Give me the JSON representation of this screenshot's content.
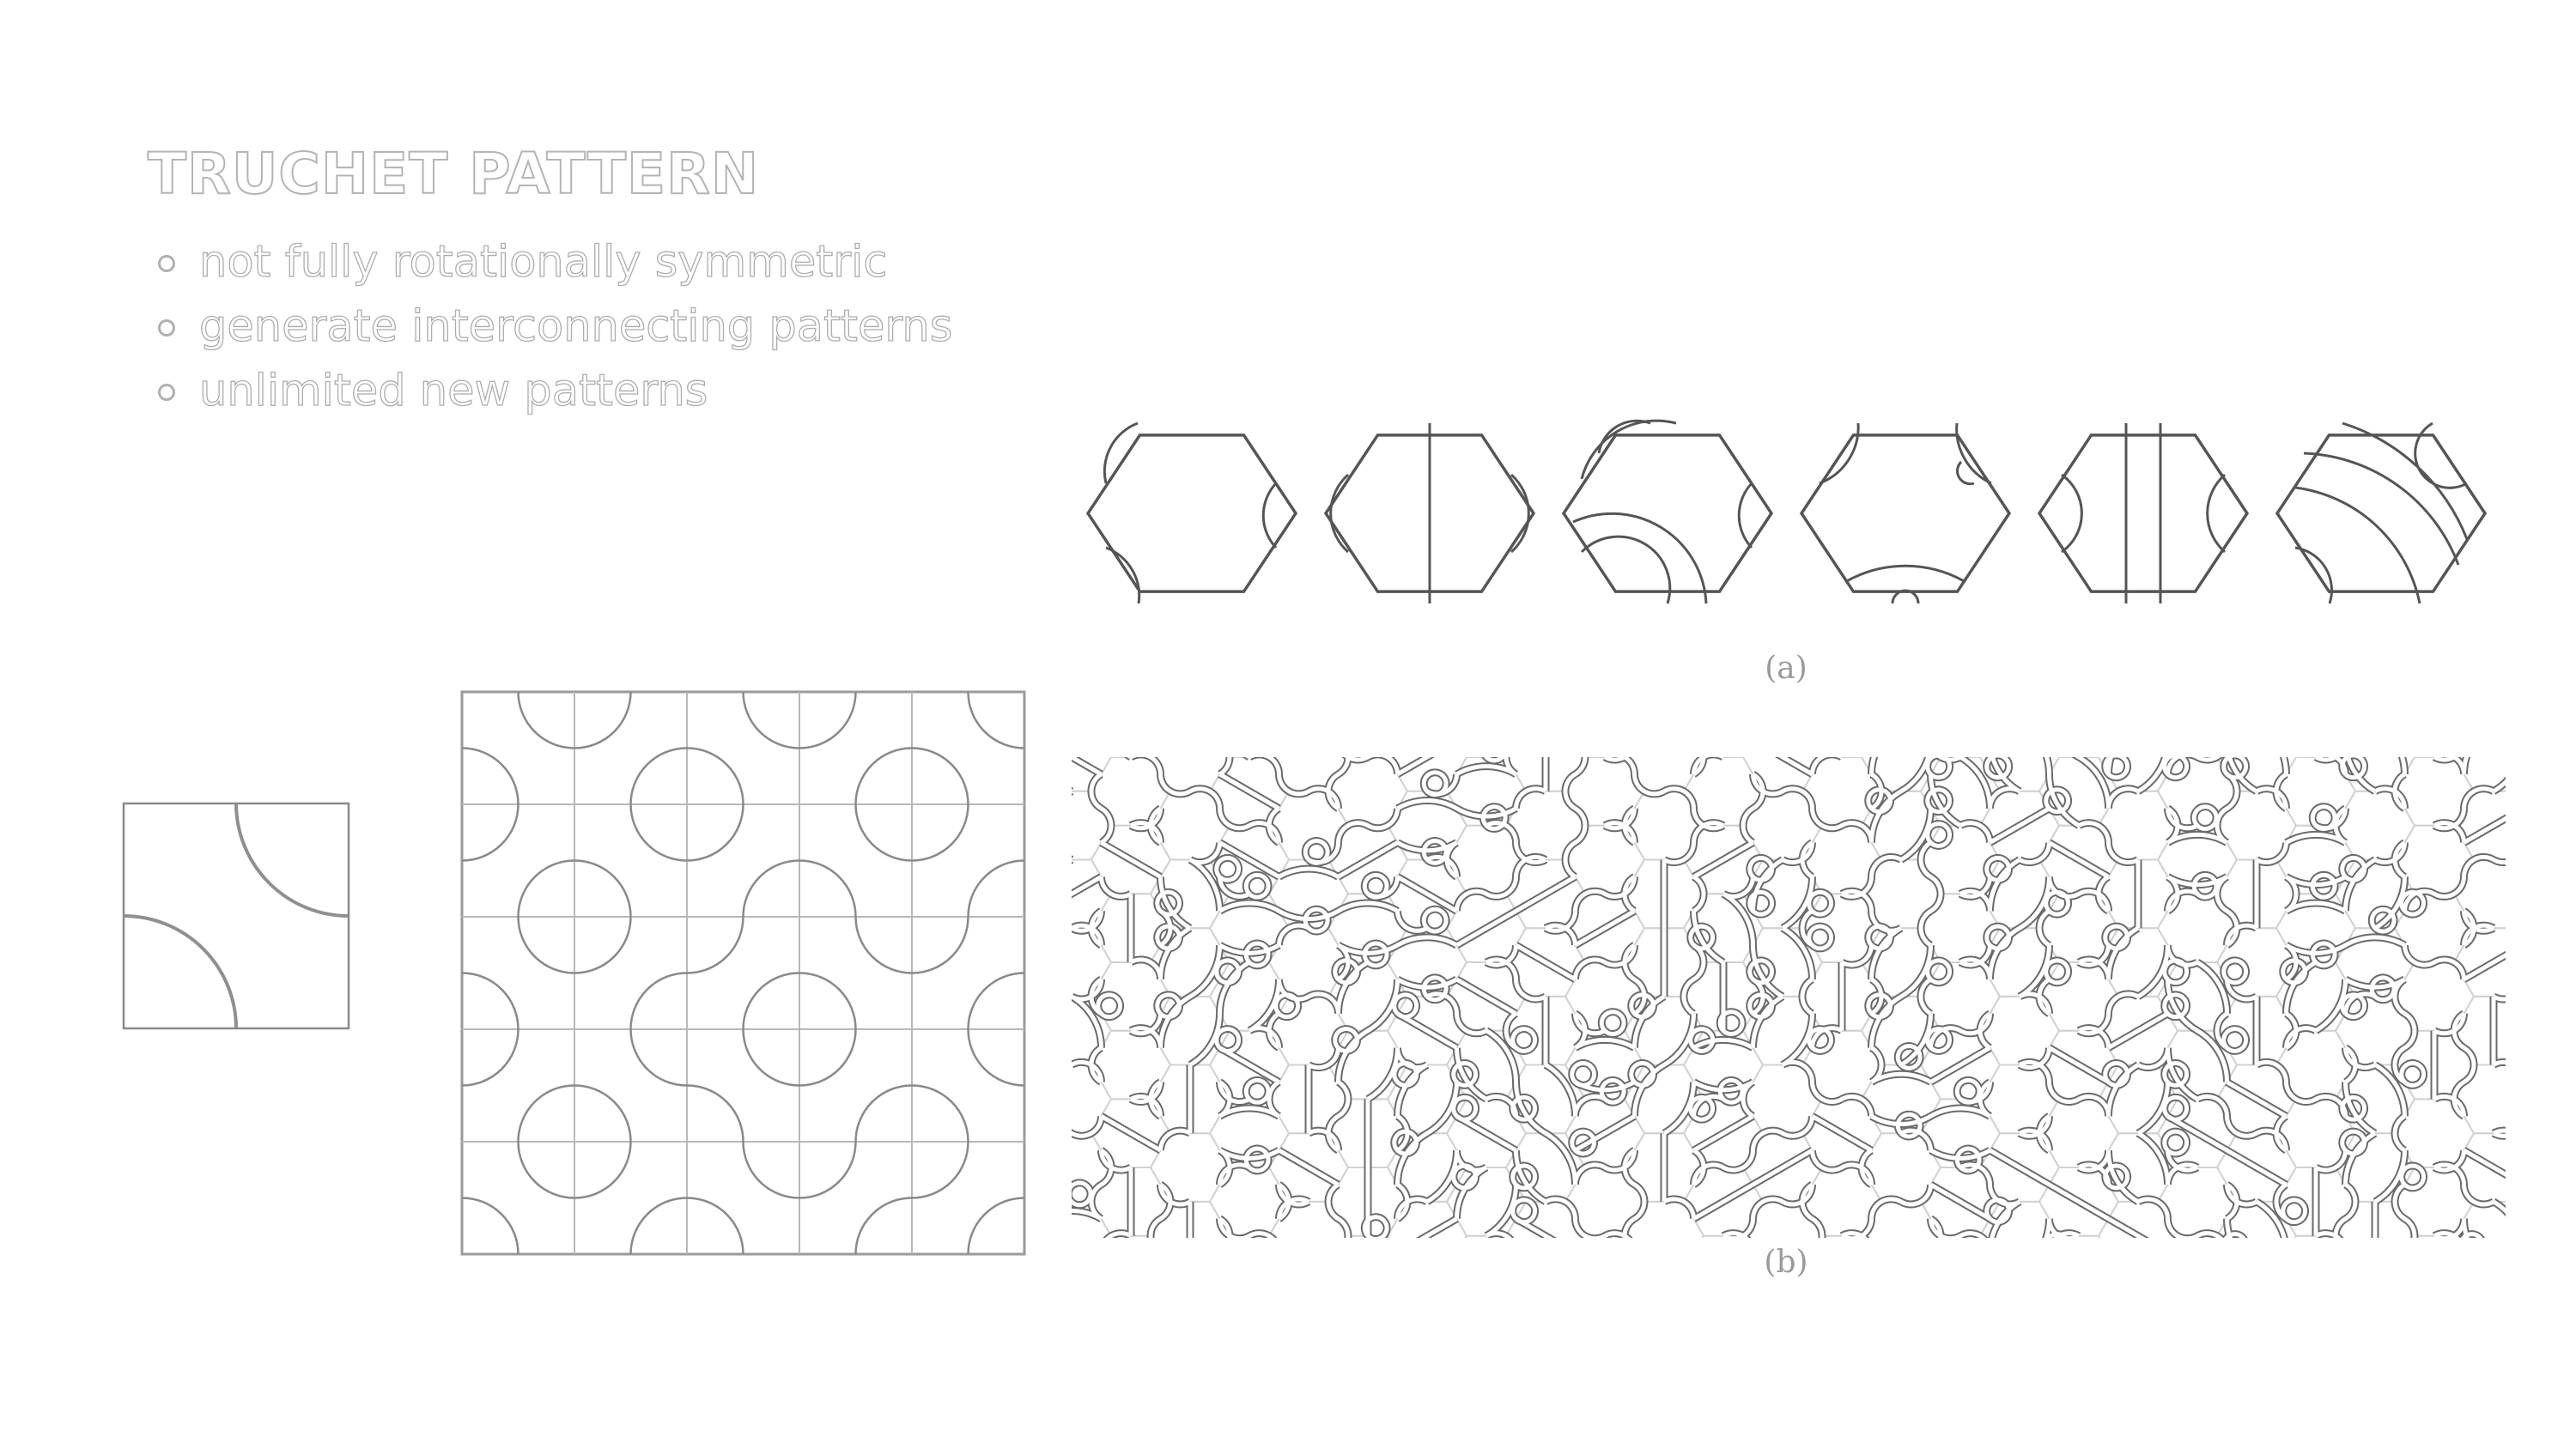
{
  "slide": {
    "title": "TRUCHET PATTERN",
    "bullets": [
      "not fully rotationally symmetric",
      "generate interconnecting patterns",
      "unlimited new patterns"
    ]
  },
  "figure": {
    "hex_tile_count": 6,
    "square_grid": {
      "rows": 5,
      "cols": 5
    },
    "caption_a": "(a)",
    "caption_b": "(b)"
  },
  "colors": {
    "text_outline": "#b4b4b4",
    "line": "#555555",
    "grid": "#a8a8a8",
    "background": "#ffffff"
  }
}
